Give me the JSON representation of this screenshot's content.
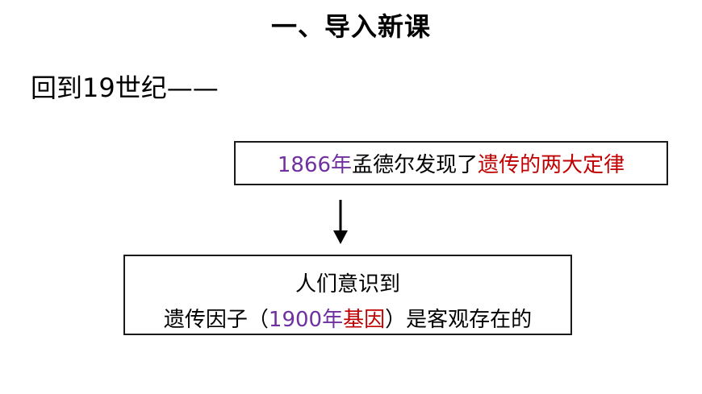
{
  "slide": {
    "title": "一、导入新课",
    "subtitle": "回到19世纪——"
  },
  "box1": {
    "year": "1866年",
    "middle": "孟德尔发现了",
    "highlight": "遗传的两大定律"
  },
  "box2": {
    "line1": "人们意识到",
    "line2_prefix": "遗传因子（",
    "line2_year": "1900年",
    "line2_term": "基因",
    "line2_suffix": "）是客观存在的"
  },
  "colors": {
    "purple": "#7030a0",
    "red": "#c00000"
  },
  "icons": {
    "arrow": "arrow-down-icon"
  }
}
